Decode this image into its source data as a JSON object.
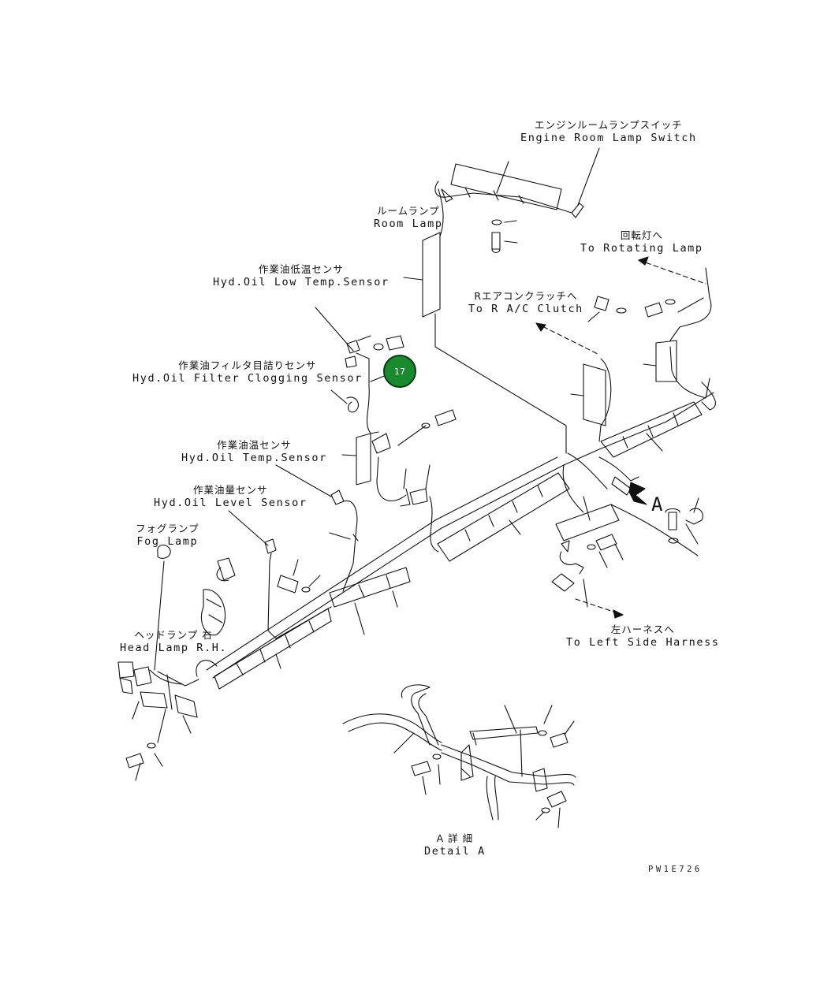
{
  "labels": {
    "engine_room_lamp_switch": {
      "ja": "エンジンルームランプスイッチ",
      "en": "Engine Room Lamp Switch"
    },
    "room_lamp": {
      "ja": "ルームランプ",
      "en": "Room Lamp"
    },
    "to_rotating_lamp": {
      "ja": "回転灯へ",
      "en": "To Rotating Lamp"
    },
    "hyd_oil_low_temp_sensor": {
      "ja": "作業油低温センサ",
      "en": "Hyd.Oil Low Temp.Sensor"
    },
    "to_r_ac_clutch": {
      "ja": "Rエアコンクラッチへ",
      "en": "To R A/C Clutch"
    },
    "hyd_oil_filter_clogging_sensor": {
      "ja": "作業油フィルタ目詰りセンサ",
      "en": "Hyd.Oil Filter Clogging Sensor"
    },
    "hyd_oil_temp_sensor": {
      "ja": "作業油温センサ",
      "en": "Hyd.Oil Temp.Sensor"
    },
    "hyd_oil_level_sensor": {
      "ja": "作業油量センサ",
      "en": "Hyd.Oil Level Sensor"
    },
    "fog_lamp": {
      "ja": "フォグランプ",
      "en": "Fog Lamp"
    },
    "head_lamp_rh": {
      "ja": "ヘッドランプ 右",
      "en": "Head Lamp R.H."
    },
    "to_left_side_harness": {
      "ja": "左ハーネスへ",
      "en": "To Left Side Harness"
    },
    "detail_a": {
      "ja": "A 詳 細",
      "en": "Detail A"
    },
    "view_a": "A"
  },
  "callout": {
    "number": "17",
    "color": "#1a8a2e"
  },
  "drawing_code": "PW1E726"
}
